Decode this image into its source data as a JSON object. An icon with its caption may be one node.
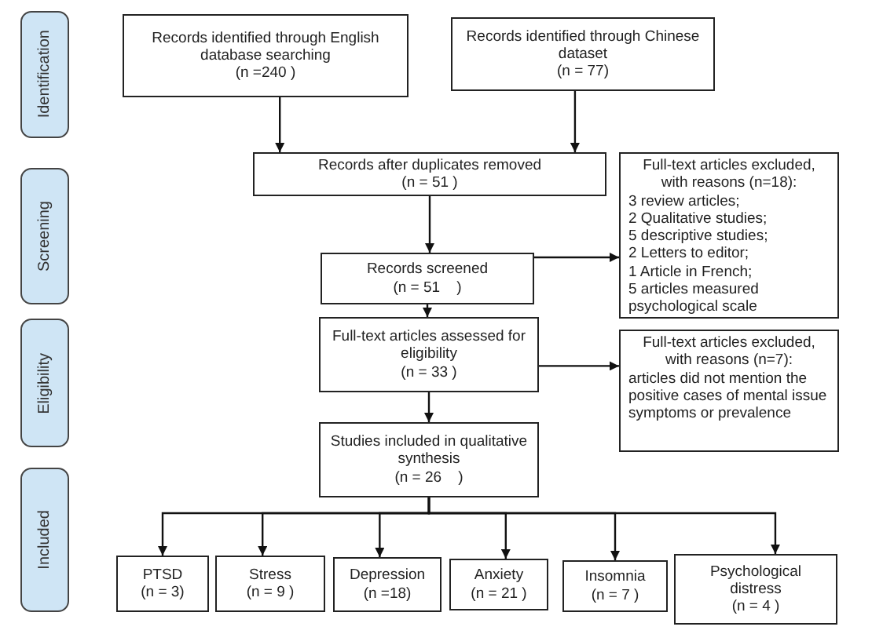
{
  "diagram": {
    "nodes": [
      {
        "text": [
          "Identification"
        ]
      },
      {
        "text": [
          "Screening"
        ]
      },
      {
        "text": [
          "Eligibility"
        ]
      },
      {
        "text": [
          "Included"
        ]
      },
      {
        "text": [
          "Records identified through English database searching",
          "(n =240 )"
        ]
      },
      {
        "text": [
          "Records identified through Chinese dataset",
          "(n = 77)"
        ]
      },
      {
        "text": [
          "Records after duplicates removed",
          "(n = 51 )"
        ]
      },
      {
        "text": [
          "Full-text articles excluded, with reasons (n=18):",
          "3 review articles;",
          "2 Qualitative studies;",
          "5 descriptive studies;",
          "2 Letters to editor;",
          "1 Article in French;",
          "5 articles measured psychological scale"
        ]
      },
      {
        "text": [
          "Records screened",
          "(n = 51    )"
        ]
      },
      {
        "text": [
          "Full-text articles assessed for eligibility",
          "(n = 33 )"
        ]
      },
      {
        "text": [
          "Full-text articles excluded, with reasons (n=7):",
          "articles did not mention the positive cases of mental issue symptoms or prevalence"
        ]
      },
      {
        "text": [
          "Studies included in qualitative synthesis",
          "(n = 26    )"
        ]
      },
      {
        "text": [
          "PTSD",
          "(n = 3)"
        ]
      },
      {
        "text": [
          "Stress",
          "(n = 9 )"
        ]
      },
      {
        "text": [
          "Depression",
          "(n =18)"
        ]
      },
      {
        "text": [
          "Anxiety",
          "(n = 21 )"
        ]
      },
      {
        "text": [
          "Insomnia",
          "(n = 7 )"
        ]
      },
      {
        "text": [
          "Psychological distress",
          "(n = 4 )"
        ]
      }
    ],
    "edges": [
      {
        "from": 4,
        "to": 6,
        "arrow": "to"
      },
      {
        "from": 5,
        "to": 6,
        "arrow": "to"
      },
      {
        "from": 6,
        "to": 8,
        "arrow": "to"
      },
      {
        "from": 8,
        "to": 7,
        "arrow": "to"
      },
      {
        "from": 8,
        "to": 9,
        "arrow": "to"
      },
      {
        "from": 9,
        "to": 10,
        "arrow": "to"
      },
      {
        "from": 9,
        "to": 11,
        "arrow": "to"
      },
      {
        "from": 11,
        "to": 12,
        "arrow": "to"
      },
      {
        "from": 11,
        "to": 13,
        "arrow": "to"
      },
      {
        "from": 11,
        "to": 14,
        "arrow": "to"
      },
      {
        "from": 11,
        "to": 15,
        "arrow": "to"
      },
      {
        "from": 11,
        "to": 16,
        "arrow": "to"
      },
      {
        "from": 11,
        "to": 17,
        "arrow": "to"
      }
    ]
  }
}
